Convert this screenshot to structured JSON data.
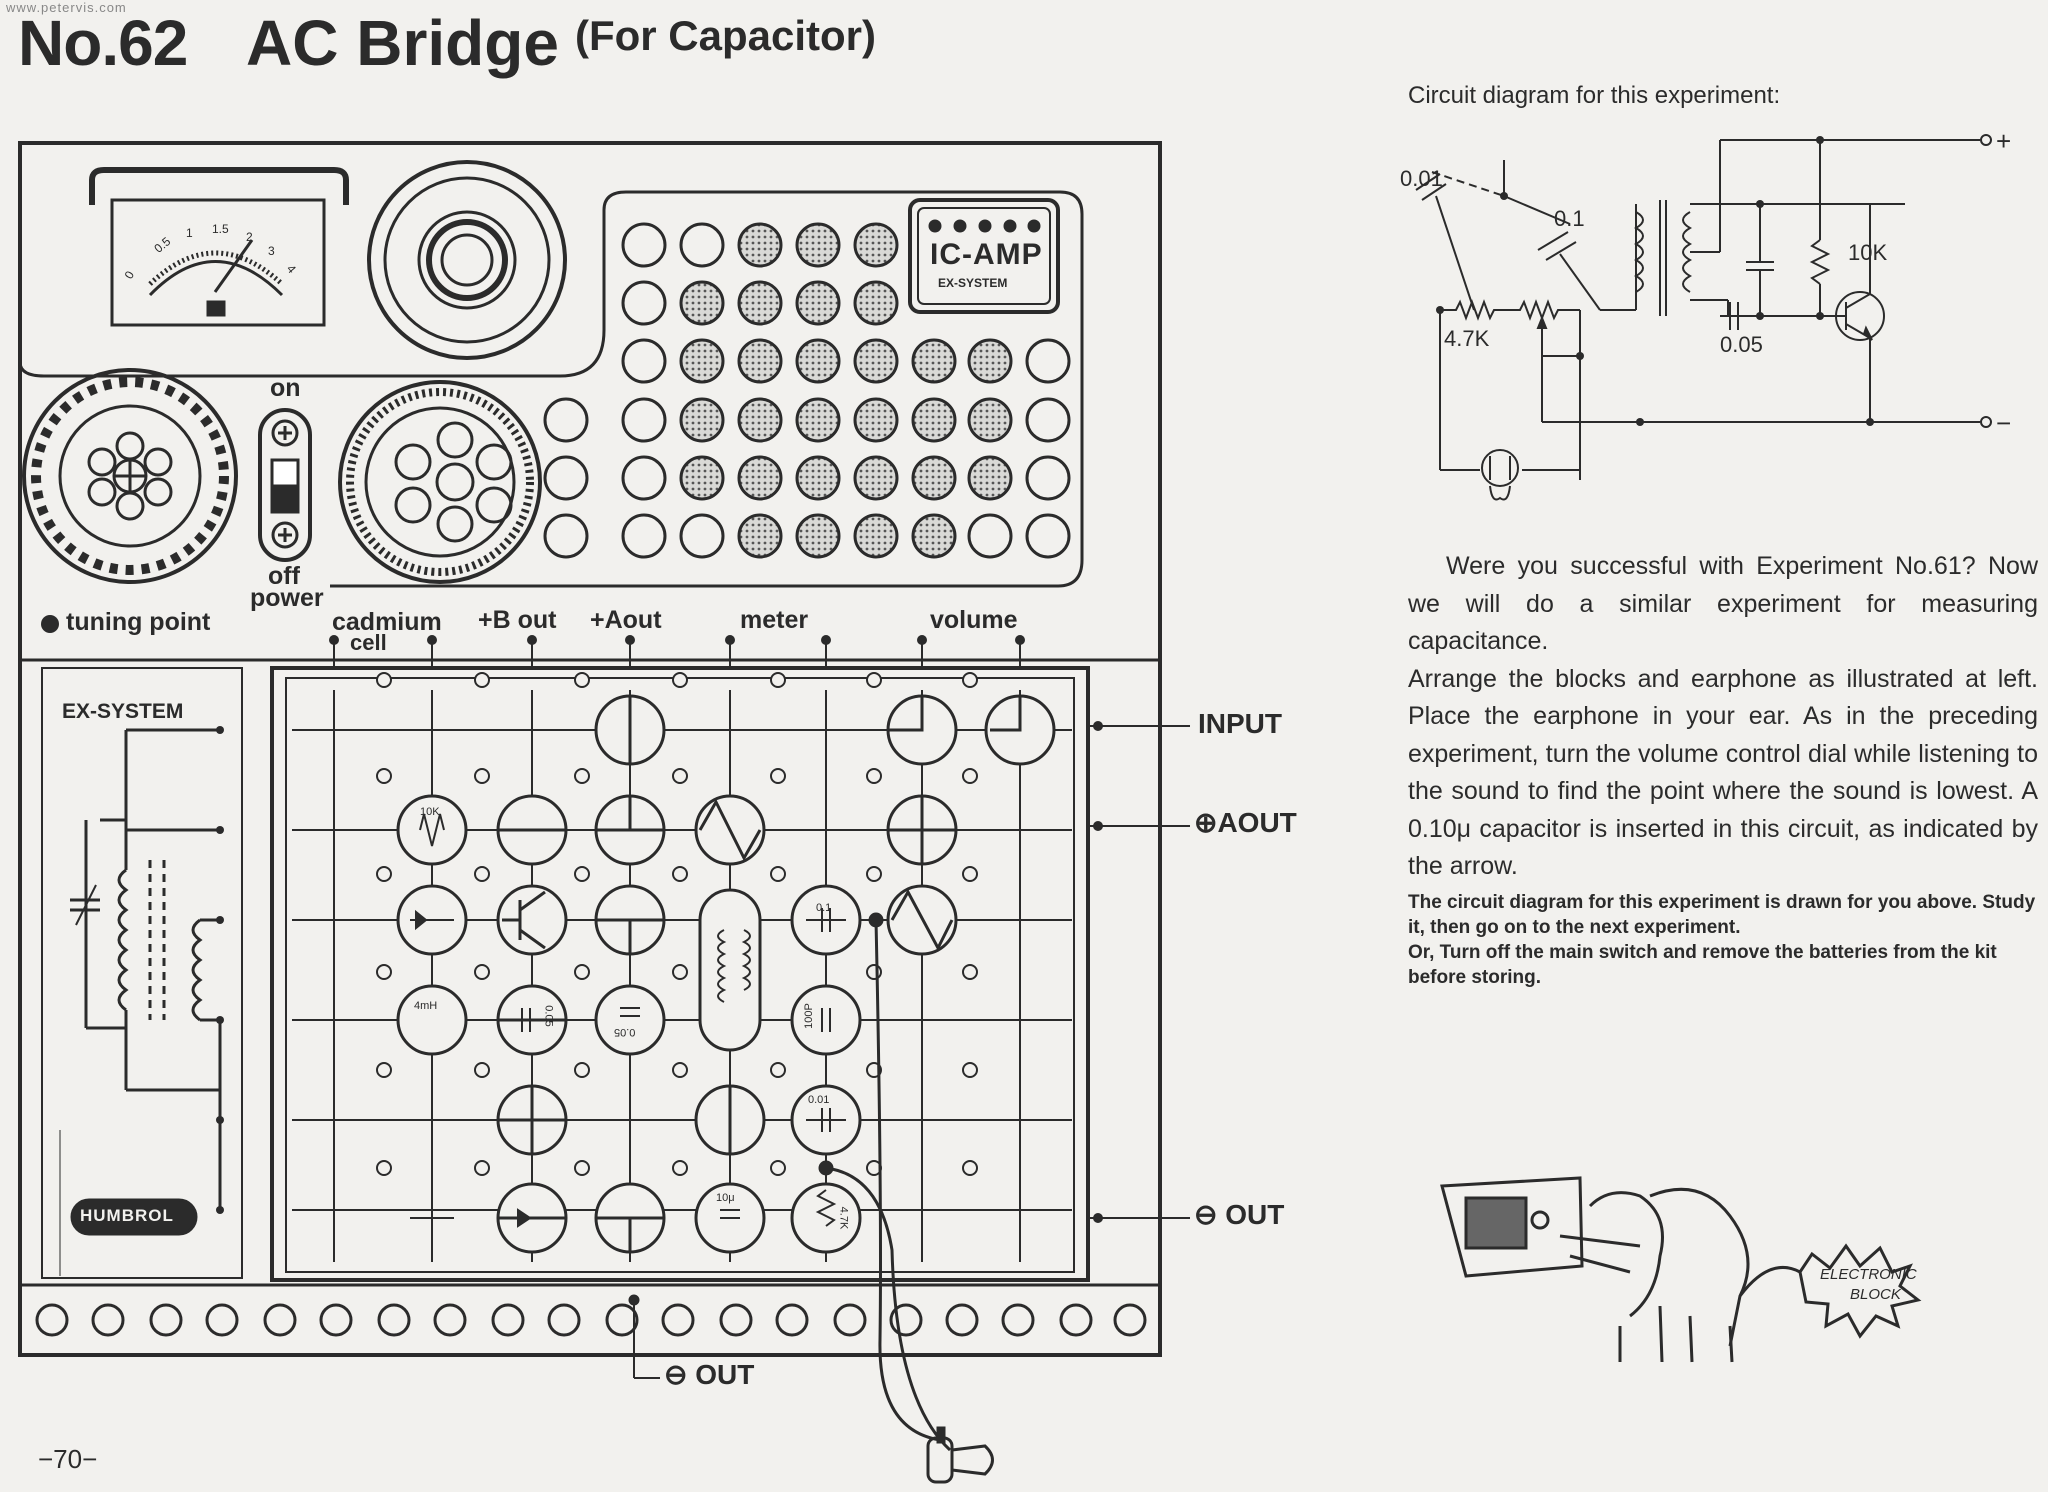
{
  "site": "www.petervis.com",
  "header": {
    "number": "No.62",
    "title": "AC Bridge",
    "subtitle": "(For Capacitor)"
  },
  "circuit": {
    "title": "Circuit diagram for this experiment:",
    "labels": {
      "c1": "0.01",
      "c2": "0.1",
      "r1": "4.7K",
      "r2": "10K",
      "c3": "0.05",
      "plus": "+",
      "minus": "−"
    }
  },
  "board": {
    "on": "on",
    "off": "off",
    "power": "power",
    "tuning_point": "tuning point",
    "cadmium": "cadmium",
    "cell": "cell",
    "bout": "+B out",
    "aout": "+Aout",
    "meter": "meter",
    "volume": "volume",
    "ex_system": "EX-SYSTEM",
    "ic_amp": "IC-AMP",
    "ic_amp_sub": "EX-SYSTEM",
    "humbrol": "HUMBROL",
    "input": "INPUT",
    "aout_right": "⊕AOUT",
    "out_right": "⊖ OUT",
    "out_bottom": "⊖ OUT",
    "meter_scale": [
      "0",
      "0.5",
      "1",
      "1.5",
      "2",
      "3",
      "4"
    ],
    "block_labels": {
      "r10k": "10K",
      "c01": "0.1",
      "ind4mh": "4mH",
      "c005a": "0.05",
      "c005b": "0.05",
      "c100p": "100P",
      "c001": "0.01",
      "c10u": "10μ",
      "r47k": "4.7K"
    }
  },
  "text": {
    "p1": "Were you successful with Experiment No.61? Now we will do a similar experiment for measuring capacitance.",
    "p2": "Arrange the blocks and earphone as illustrated at left. Place the earphone in your ear. As in the preceding experiment, turn the volume control dial while listening to the sound to find the point where the sound is lowest. A 0.10μ capacitor is inserted in this circuit, as indicated by the arrow.",
    "note1": "The circuit diagram for this experiment is drawn for you above. Study it, then go on to the next experiment.",
    "note2_bold": "Or,",
    "note2": " Turn off the main switch and remove the batteries from the kit before storing."
  },
  "cartoon": {
    "line1": "ELECTRONIC",
    "line2": "BLOCK"
  },
  "page_number": "−70−"
}
